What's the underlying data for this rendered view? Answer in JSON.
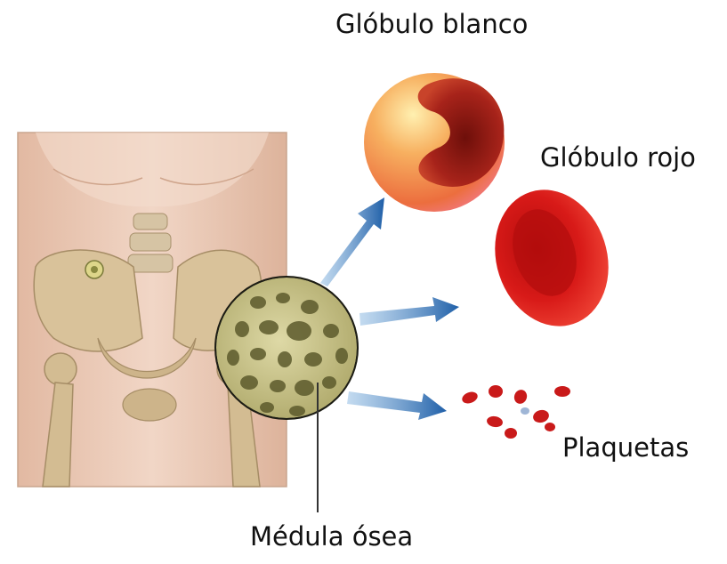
{
  "labels": {
    "white_blood_cell": "Glóbulo blanco",
    "red_blood_cell": "Glóbulo rojo",
    "platelets": "Plaquetas",
    "bone_marrow": "Médula ósea"
  },
  "colors": {
    "skin": "#eac8b4",
    "bone": "#d9c29a",
    "arrow": "#2f6fb5",
    "red_cell": "#d31414",
    "white_cell_outer": "#f08a50",
    "white_cell_nucleus": "#9a1b12",
    "marrow": "#c7c48a"
  }
}
